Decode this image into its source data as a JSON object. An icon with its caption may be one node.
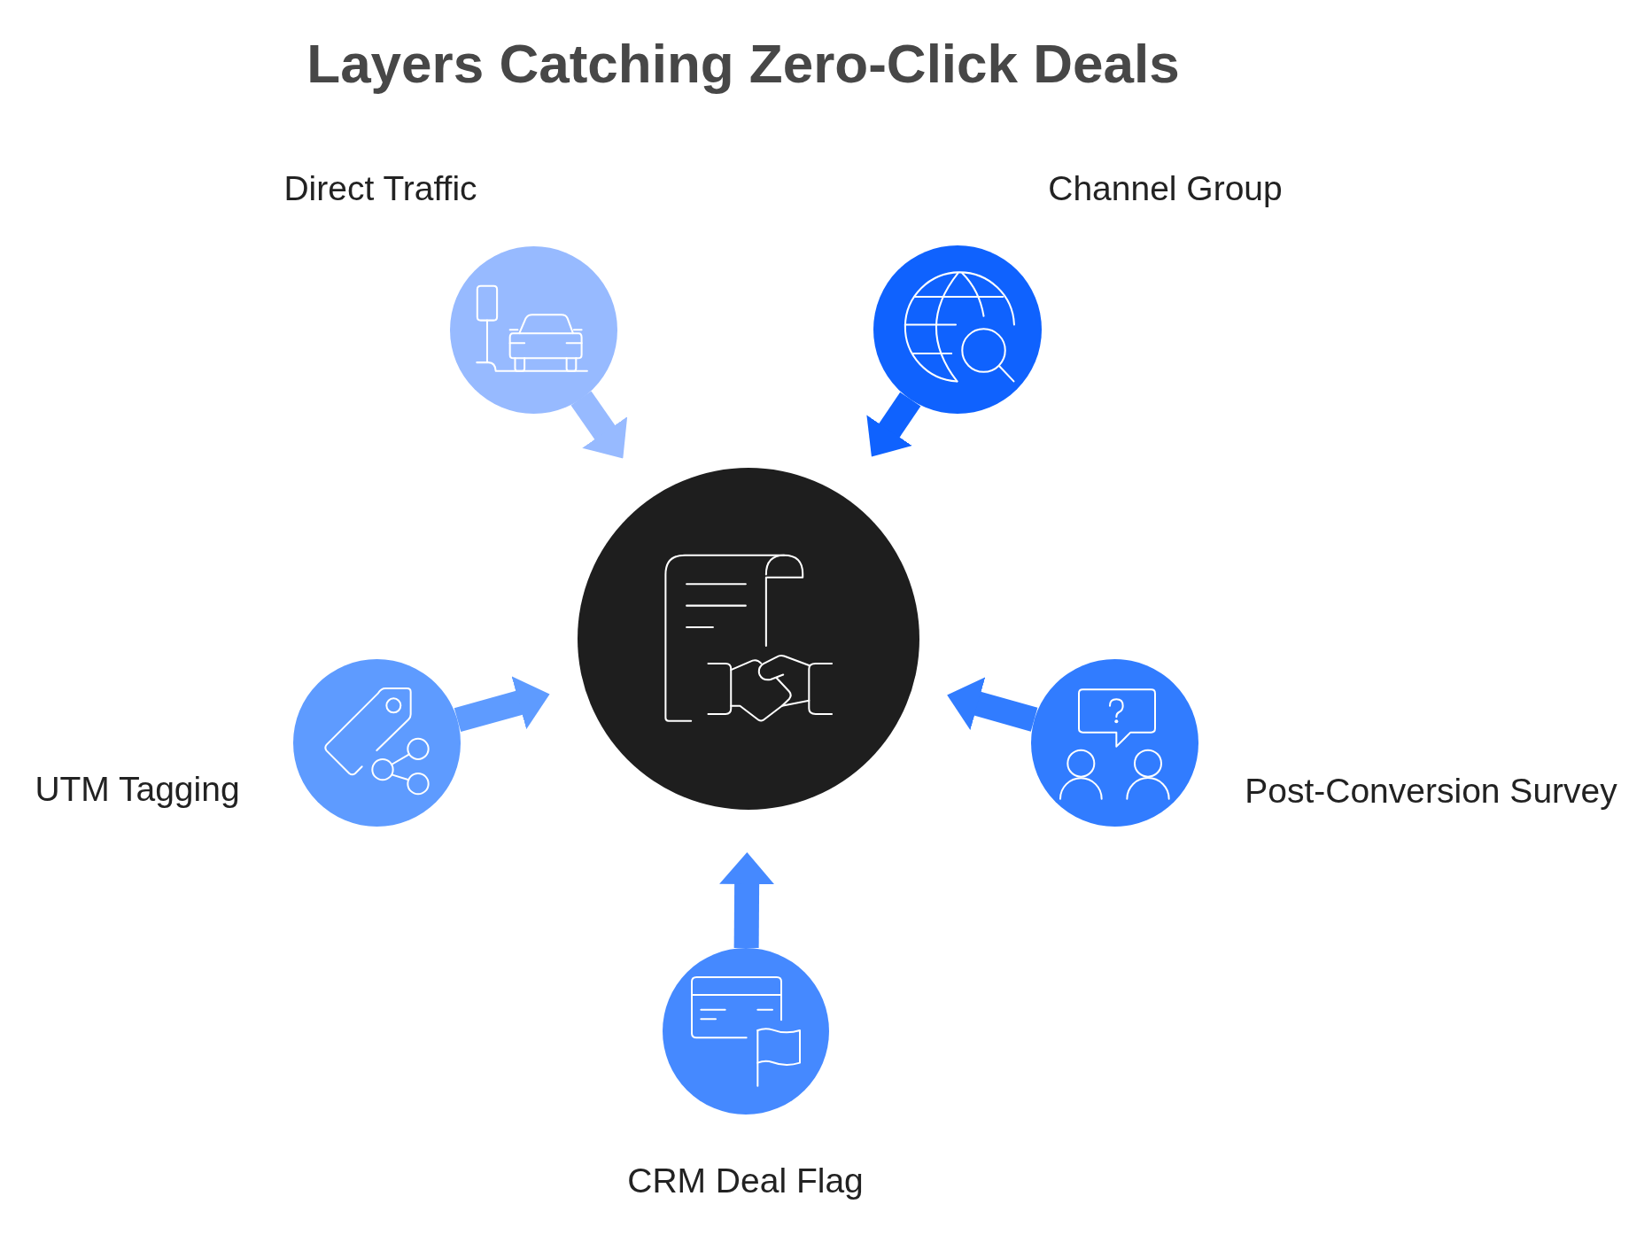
{
  "diagram": {
    "title": "Layers Catching Zero-Click Deals",
    "nodes": [
      {
        "text": [
          "Direct Traffic"
        ]
      },
      {
        "text": [
          "Channel Group"
        ]
      },
      {
        "text": [],
        "shape": "circle"
      },
      {
        "text": [
          "UTM Tagging"
        ]
      },
      {
        "text": [
          "Post-Conversion Survey"
        ]
      },
      {
        "text": [
          "CRM Deal Flag"
        ]
      }
    ],
    "edges": [
      {
        "from": 0,
        "to": 2,
        "arrow": "to",
        "color": "#97baff"
      },
      {
        "from": 1,
        "to": 2,
        "arrow": "to",
        "color": "#0f62fe"
      },
      {
        "from": 3,
        "to": 2,
        "arrow": "to",
        "color": "#5e9bff"
      },
      {
        "from": 4,
        "to": 2,
        "arrow": "to",
        "color": "#317cff"
      },
      {
        "from": 5,
        "to": 2,
        "arrow": "to",
        "color": "#4589ff"
      }
    ]
  }
}
